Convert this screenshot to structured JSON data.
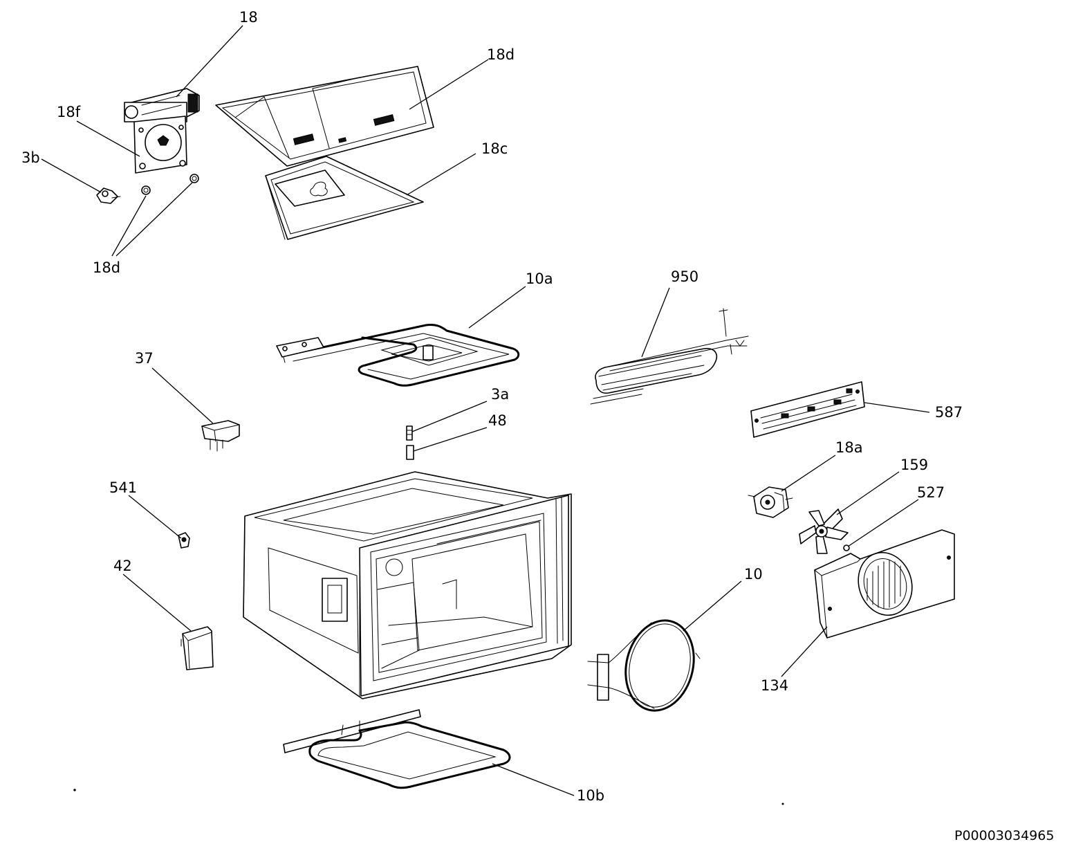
{
  "callouts": {
    "c18": "18",
    "c18d_top": "18d",
    "c18f": "18f",
    "c3b": "3b",
    "c18c": "18c",
    "c18d_bottom": "18d",
    "c10a": "10a",
    "c950": "950",
    "c37": "37",
    "c3a": "3a",
    "c48": "48",
    "c587": "587",
    "c18a": "18a",
    "c159": "159",
    "c541": "541",
    "c527": "527",
    "c42": "42",
    "c10": "10",
    "c134": "134",
    "c10b": "10b"
  },
  "document_number": "P00003034965"
}
